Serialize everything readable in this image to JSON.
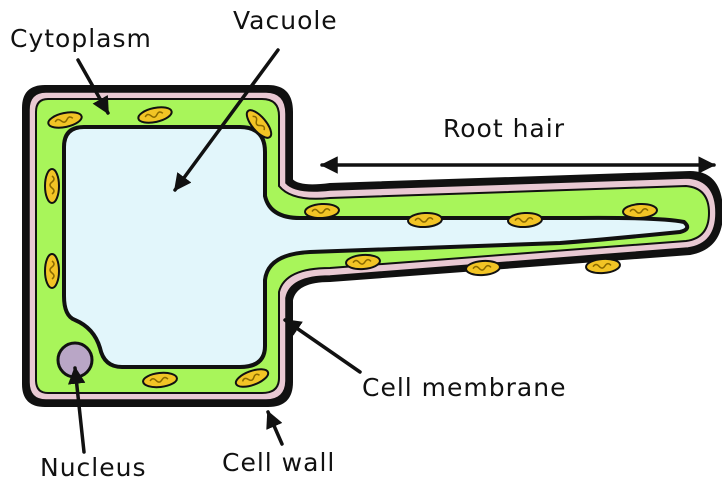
{
  "diagram": {
    "labels": {
      "cytoplasm": "Cytoplasm",
      "vacuole": "Vacuole",
      "root_hair": "Root hair",
      "cell_membrane": "Cell membrane",
      "cell_wall": "Cell wall",
      "nucleus": "Nucleus"
    },
    "colors": {
      "cell_wall": "#111111",
      "membrane_gap": "#e9c9d3",
      "cytoplasm": "#a8f55a",
      "vacuole": "#e2f6fb",
      "nucleus": "#b9a6c6",
      "chloroplast": "#f2c425",
      "organelle_outline": "#9a9a9a"
    }
  }
}
